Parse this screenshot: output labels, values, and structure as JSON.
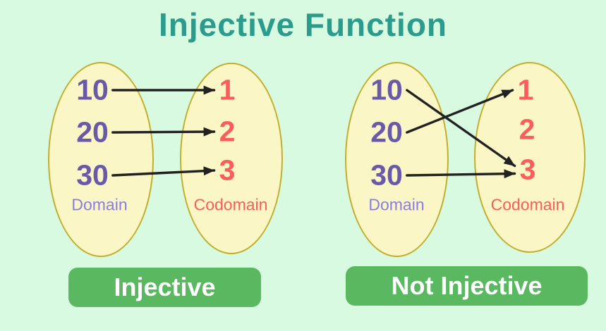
{
  "title": "Injective Function",
  "colors": {
    "bg": "#d8fae1",
    "title": "#2b9b8e",
    "ellipseFill": "#fbf6c5",
    "ellipseBorder": "#c3ae2c",
    "domainNum": "#6a58a9",
    "domainLabel": "#8b7ce8",
    "codomainText": "#fb5d5d",
    "arrow": "#222222",
    "buttonBg": "#59b860",
    "buttonText": "#ffffff"
  },
  "diagrams": [
    {
      "caption": "Injective",
      "domain": {
        "label": "Domain",
        "items": [
          "10",
          "20",
          "30"
        ]
      },
      "codomain": {
        "label": "Codomain",
        "items": [
          "1",
          "2",
          "3"
        ]
      },
      "mappings": [
        {
          "from": 0,
          "to": 0
        },
        {
          "from": 1,
          "to": 1
        },
        {
          "from": 2,
          "to": 2
        }
      ]
    },
    {
      "caption": "Not Injective",
      "domain": {
        "label": "Domain",
        "items": [
          "10",
          "20",
          "30"
        ]
      },
      "codomain": {
        "label": "Codomain",
        "items": [
          "1",
          "2",
          "3"
        ]
      },
      "mappings": [
        {
          "from": 0,
          "to": 2
        },
        {
          "from": 1,
          "to": 0
        },
        {
          "from": 2,
          "to": 2
        }
      ]
    }
  ]
}
